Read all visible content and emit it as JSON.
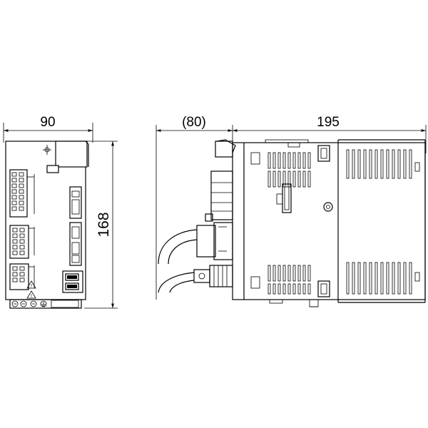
{
  "dimensions": {
    "front_width": "90",
    "side_clearance": "(80)",
    "side_depth": "195",
    "height": "168"
  },
  "colors": {
    "line": "#000000",
    "background": "#ffffff"
  },
  "symbols": {
    "warning_triangle": "warning-icon",
    "ground": "ground-icon"
  }
}
